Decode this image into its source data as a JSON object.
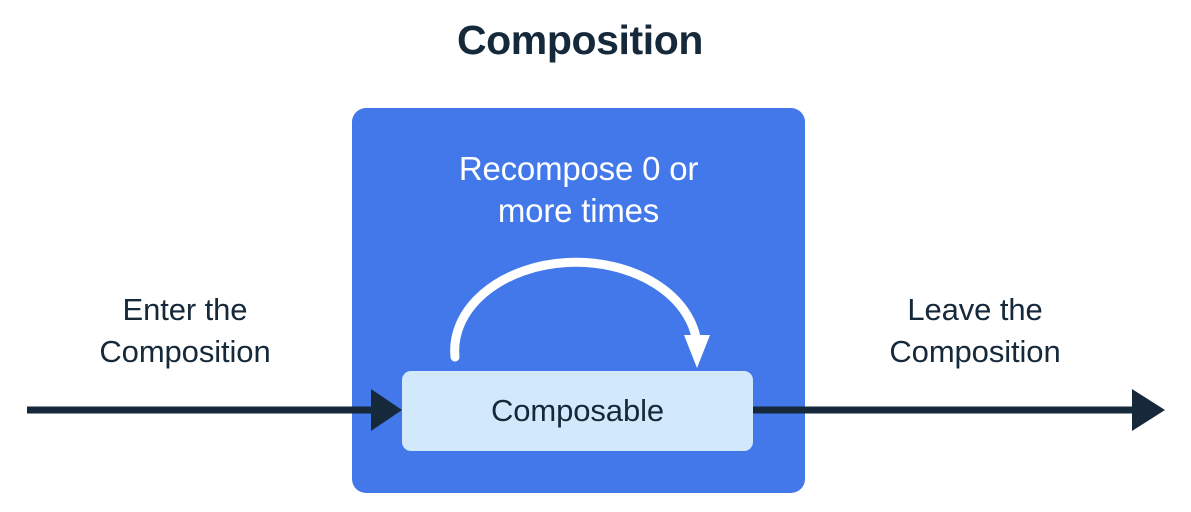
{
  "diagram": {
    "title": "Composition",
    "colors": {
      "background": "#ffffff",
      "text_dark": "#16293a",
      "composition_blue": "#4278ea",
      "composable_light_blue": "#d2e8fb",
      "arc_white": "#ffffff",
      "arrow_dark": "#16293a"
    },
    "composition_region": {
      "name": "Composition",
      "recompose_note": {
        "line1": "Recompose 0 or",
        "line2": "more times",
        "full_text": "Recompose 0 or more times"
      },
      "recompose_arc": {
        "icon": "curved-loop-arrow-icon",
        "direction": "clockwise",
        "points_to": "Composable"
      },
      "composable_node": {
        "label": "Composable"
      }
    },
    "enter_label": {
      "line1": "Enter the",
      "line2": "Composition",
      "full_text": "Enter the Composition"
    },
    "leave_label": {
      "line1": "Leave the",
      "line2": "Composition",
      "full_text": "Leave the Composition"
    },
    "arrows": {
      "enter_arrow": {
        "icon": "arrow-right-icon",
        "from": "Enter the Composition",
        "to": "Composable"
      },
      "leave_arrow": {
        "icon": "arrow-right-icon",
        "from": "Composable",
        "to": "Leave the Composition"
      }
    }
  }
}
